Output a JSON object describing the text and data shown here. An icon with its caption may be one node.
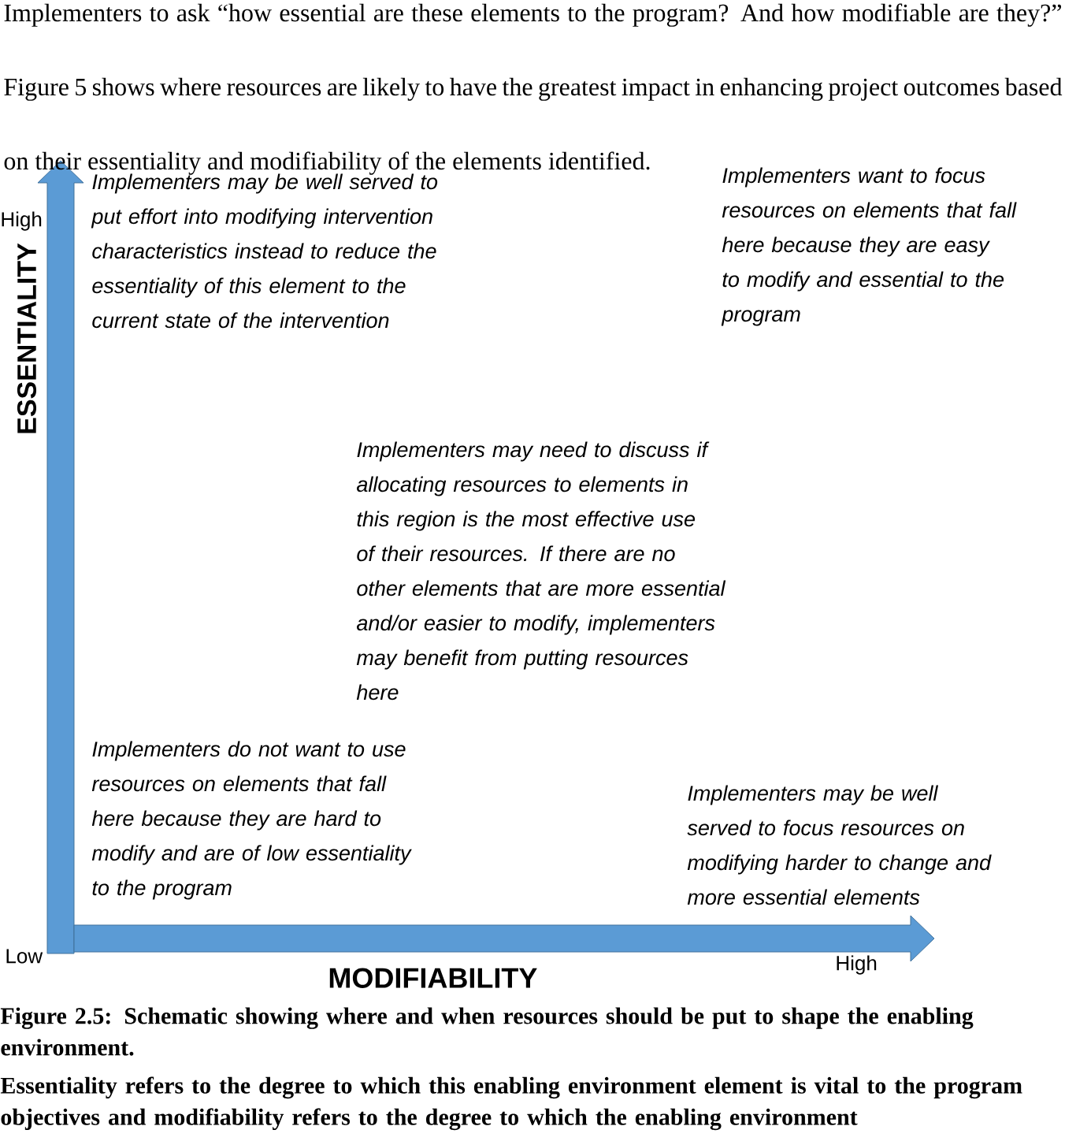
{
  "diagram": {
    "caption": "Figure 2.5: Schematic showing where and when resources should be put to shape the enabling environment.",
    "labels": [
      "Implementers to ask “how essential are these elements to the program? And how modifiable are they?” Figure 5 shows where resources are likely to have the greatest impact in enhancing project outcomes based on their essentiality and modifiability of the elements identified.",
      "High",
      "ESSENTIALITY",
      "Implementers may be well served to put effort into modifying intervention characteristics instead to reduce the essentiality of this element to the current state of the intervention",
      "Implementers want to focus resources on elements that fall here because they are easy to modify and essential to the program",
      "Implementers may need to discuss if allocating resources to elements in this region is the most effective use of their resources. If there are no other elements that are more essential and/or easier to modify, implementers may benefit from putting resources here",
      "Implementers do not want to use resources on elements that fall here because they are hard to modify and are of low essentiality to the program",
      "Implementers may be well served to focus resources on modifying harder to change and more essential elements",
      "Low",
      "High",
      "MODIFIABILITY",
      "Essentiality refers to the degree to which this enabling environment element is vital to the program objectives and modifiability refers to the degree to which the enabling environment"
    ]
  }
}
